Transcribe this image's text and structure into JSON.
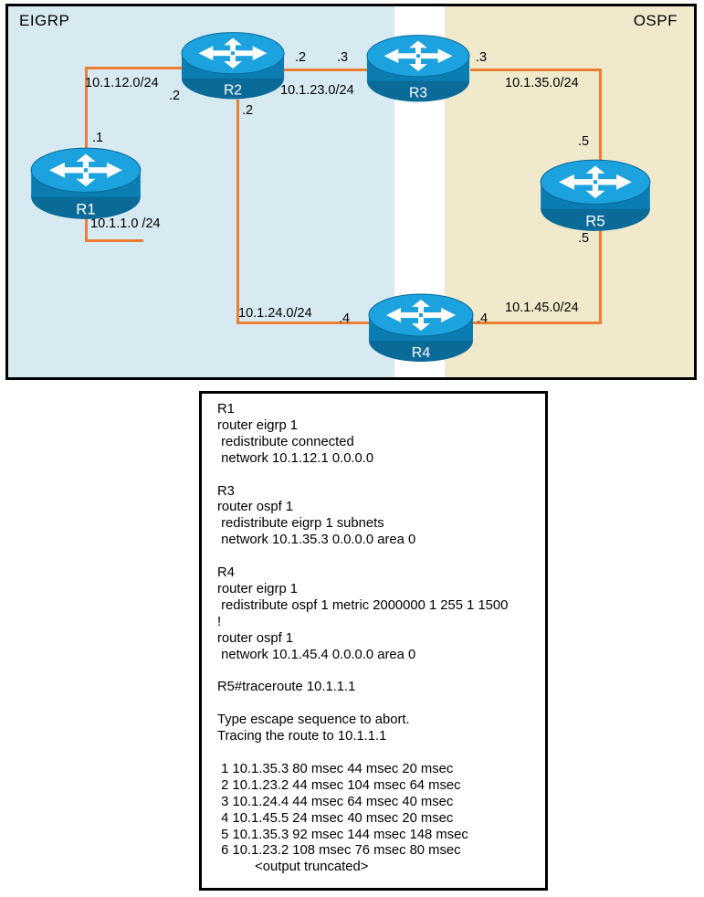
{
  "colors": {
    "line": "#EE7E32",
    "eigrp_bg": "#D7EAF2",
    "ospf_bg": "#F0E9CC",
    "router_top": "#1CA2DE",
    "router_side": "#0C7DB2",
    "router_bottom": "#0A6A98"
  },
  "diagram": {
    "eigrp_label": "EIGRP",
    "ospf_label": "OSPF",
    "routers": {
      "r1": "R1",
      "r2": "R2",
      "r3": "R3",
      "r4": "R4",
      "r5": "R5"
    },
    "networks": {
      "n12": "10.1.12.0/24",
      "n1": "10.1.1.0 /24",
      "n23": "10.1.23.0/24",
      "n35": "10.1.35.0/24",
      "n24": "10.1.24.0/24",
      "n45": "10.1.45.0/24"
    },
    "interfaces": {
      "r1_12": ".1",
      "r2_12": ".2",
      "r2_23": ".2",
      "r3_23": ".3",
      "r3_35": ".3",
      "r5_35": ".5",
      "r2_24": ".2",
      "r4_24": ".4",
      "r4_45": ".4",
      "r5_45": ".5"
    }
  },
  "console": {
    "lines": [
      "R1",
      "router eigrp 1",
      " redistribute connected",
      " network 10.1.12.1 0.0.0.0",
      "",
      "R3",
      "router ospf 1",
      " redistribute eigrp 1 subnets",
      " network 10.1.35.3 0.0.0.0 area 0",
      "",
      "R4",
      "router eigrp 1",
      " redistribute ospf 1 metric 2000000 1 255 1 1500",
      "!",
      "router ospf 1",
      " network 10.1.45.4 0.0.0.0 area 0",
      "",
      "R5#traceroute 10.1.1.1",
      "",
      "Type escape sequence to abort.",
      "Tracing the route to 10.1.1.1",
      "",
      " 1 10.1.35.3 80 msec 44 msec 20 msec",
      " 2 10.1.23.2 44 msec 104 msec 64 msec",
      " 3 10.1.24.4 44 msec 64 msec 40 msec",
      " 4 10.1.45.5 24 msec 40 msec 20 msec",
      " 5 10.1.35.3 92 msec 144 msec 148 msec",
      " 6 10.1.23.2 108 msec 76 msec 80 msec",
      "          <output truncated>"
    ]
  }
}
